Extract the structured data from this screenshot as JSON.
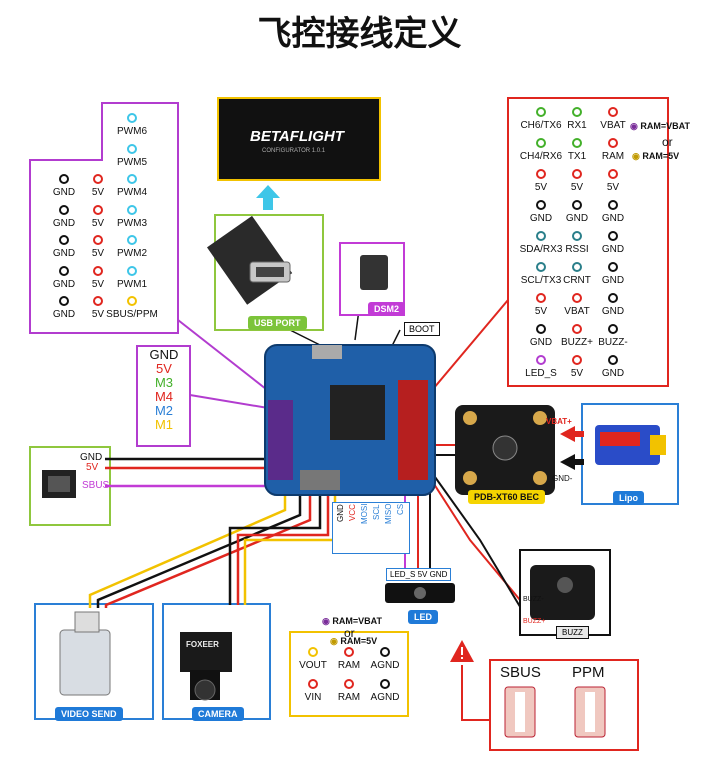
{
  "title": "飞控接线定义",
  "colors": {
    "red": "#e0261f",
    "purple": "#b23ccf",
    "blue": "#2a7fd6",
    "yellow": "#f2c200",
    "green": "#43b02a",
    "cyan": "#3ec6e8",
    "black": "#111111"
  },
  "motor_pins": {
    "rows": [
      {
        "a": "",
        "b": "",
        "c": "PWM6"
      },
      {
        "a": "",
        "b": "",
        "c": "PWM5"
      },
      {
        "a": "GND",
        "b": "5V",
        "c": "PWM4"
      },
      {
        "a": "GND",
        "b": "5V",
        "c": "PWM3"
      },
      {
        "a": "GND",
        "b": "5V",
        "c": "PWM2"
      },
      {
        "a": "GND",
        "b": "5V",
        "c": "PWM1"
      },
      {
        "a": "GND",
        "b": "5V",
        "c": "SBUS/PPM"
      }
    ]
  },
  "legend": {
    "gnd": "GND",
    "v5": "5V",
    "m3": "M3",
    "m4": "M4",
    "m2": "M2",
    "m1": "M1"
  },
  "betaflight": {
    "name": "BETAFLIGHT",
    "sub": "CONFIGURATOR 1.0.1"
  },
  "usb": {
    "label": "USB PORT"
  },
  "dsm2": {
    "label": "DSM2"
  },
  "boot": {
    "label": "BOOT"
  },
  "uart_pins": {
    "rows": [
      {
        "a": "CH6/TX6",
        "b": "RX1",
        "c": "VBAT"
      },
      {
        "a": "CH4/RX6",
        "b": "TX1",
        "c": "RAM"
      },
      {
        "a": "5V",
        "b": "5V",
        "c": "5V"
      },
      {
        "a": "GND",
        "b": "GND",
        "c": "GND"
      },
      {
        "a": "SDA/RX3",
        "b": "RSSI",
        "c": "GND"
      },
      {
        "a": "SCL/TX3",
        "b": "CRNT",
        "c": "GND"
      },
      {
        "a": "5V",
        "b": "VBAT",
        "c": "GND"
      },
      {
        "a": "GND",
        "b": "BUZZ+",
        "c": "BUZZ-"
      },
      {
        "a": "LED_S",
        "b": "5V",
        "c": "GND"
      }
    ],
    "note_vbat": "RAM=VBAT",
    "note_or": "or",
    "note_5v": "RAM=5V"
  },
  "pdb": {
    "label": "PDB-XT60 BEC",
    "vbat_plus": "VBAT+",
    "gnd_minus": "GND-",
    "lipo": "Lipo"
  },
  "receiver": {
    "gnd": "GND",
    "v5": "5V",
    "sbus": "SBUS"
  },
  "spi": {
    "pins": [
      "GND",
      "VCC",
      "MOSI",
      "SCL",
      "MISO",
      "CS"
    ]
  },
  "led": {
    "pins": "LED_S  5V  GND",
    "label": "LED"
  },
  "buzzer": {
    "plus": "BUZZ+",
    "minus": "BUZZ-",
    "label": "BUZZ"
  },
  "vtx": {
    "label": "VIDEO SEND"
  },
  "camera": {
    "label": "CAMERA",
    "brand": "FOXEER"
  },
  "cam_pins": {
    "note_vbat": "RAM=VBAT",
    "note_or": "or",
    "note_5v": "RAM=5V",
    "rows": [
      {
        "a": "VOUT",
        "b": "RAM",
        "c": "AGND"
      },
      {
        "a": "VIN",
        "b": "RAM",
        "c": "AGND"
      }
    ]
  },
  "warning": {
    "sbus": "SBUS",
    "ppm": "PPM"
  }
}
